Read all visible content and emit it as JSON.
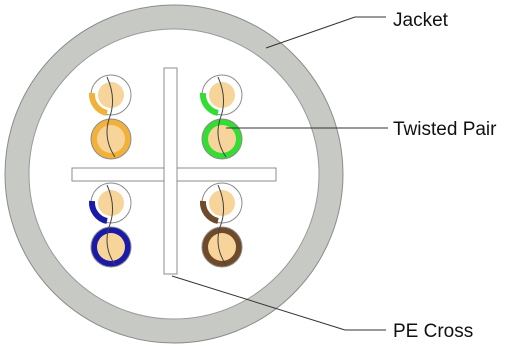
{
  "labels": {
    "jacket": "Jacket",
    "twisted_pair": "Twisted Pair",
    "pe_cross": "PE Cross"
  },
  "colors": {
    "jacket": "#c7c9c5",
    "jacket_outline": "#8c8c8c",
    "inner_fill": "#ffffff",
    "cross": "#ffffff",
    "copper": "#f6d49a",
    "pairs": {
      "orange": "#f0b23a",
      "green": "#33dd33",
      "blue": "#1a1aa8",
      "brown": "#6e4a2a"
    }
  },
  "pairs": [
    {
      "name": "orange-pair",
      "color": "orange"
    },
    {
      "name": "green-pair",
      "color": "green"
    },
    {
      "name": "blue-pair",
      "color": "blue"
    },
    {
      "name": "brown-pair",
      "color": "brown"
    }
  ]
}
